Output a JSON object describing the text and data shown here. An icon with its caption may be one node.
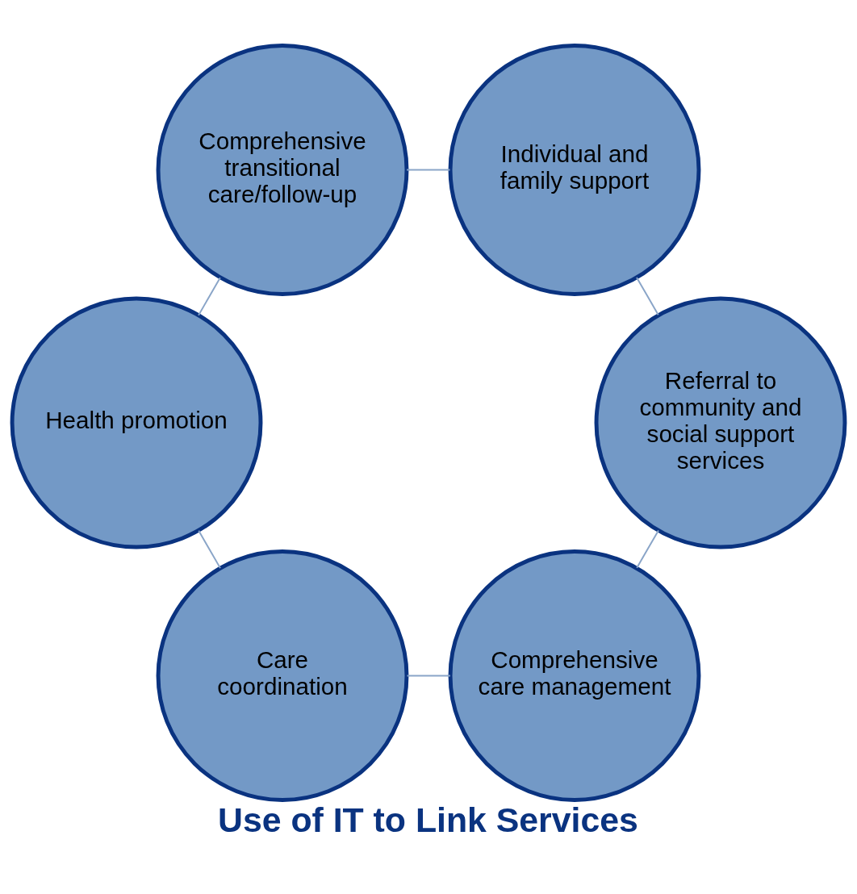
{
  "diagram": {
    "title": "Use of IT to Link Services",
    "nodes": [
      {
        "text": [
          "Comprehensive care management"
        ]
      },
      {
        "text": [
          "Referral to community and social support services"
        ]
      },
      {
        "text": [
          "Care coordination"
        ]
      },
      {
        "text": [
          "Individual and family support"
        ]
      },
      {
        "text": [
          "Health promotion"
        ]
      },
      {
        "text": [
          "Comprehensive transitional care/follow-up"
        ]
      }
    ],
    "edges": [
      {
        "from": 0,
        "to": 2,
        "arrow": "none"
      },
      {
        "from": 2,
        "to": 4,
        "arrow": "none"
      },
      {
        "from": 4,
        "to": 5,
        "arrow": "none"
      },
      {
        "from": 5,
        "to": 3,
        "arrow": "none"
      },
      {
        "from": 3,
        "to": 1,
        "arrow": "none"
      },
      {
        "from": 1,
        "to": 0,
        "arrow": "none"
      }
    ]
  }
}
